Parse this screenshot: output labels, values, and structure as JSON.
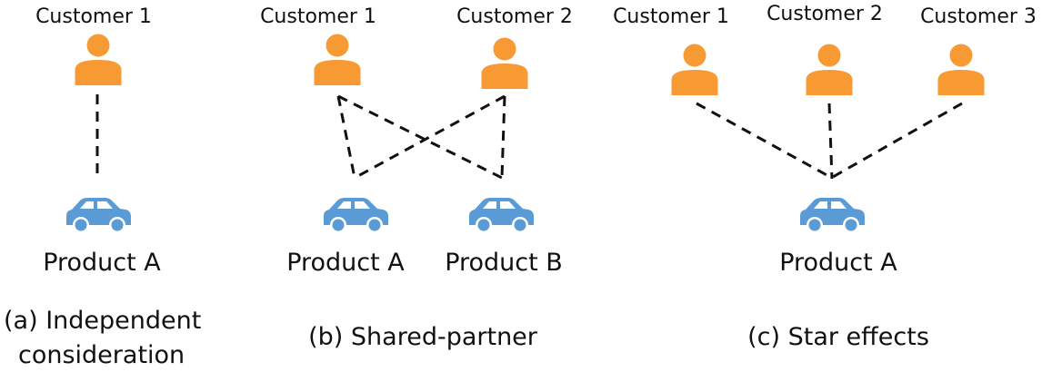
{
  "colors": {
    "customer": "#F79A33",
    "product": "#5B9BD5",
    "edge": "#111111"
  },
  "panels": [
    {
      "id": "a",
      "caption_lines": [
        "(a) Independent",
        "consideration"
      ],
      "customers": [
        {
          "label": "Customer 1",
          "icon": "person-icon"
        }
      ],
      "products": [
        {
          "label": "Product A",
          "icon": "car-icon"
        }
      ],
      "edges": [
        {
          "from": "Customer 1",
          "to": "Product A"
        }
      ]
    },
    {
      "id": "b",
      "caption_lines": [
        "(b) Shared-partner"
      ],
      "customers": [
        {
          "label": "Customer 1",
          "icon": "person-icon"
        },
        {
          "label": "Customer 2",
          "icon": "person-icon"
        }
      ],
      "products": [
        {
          "label": "Product A",
          "icon": "car-icon"
        },
        {
          "label": "Product B",
          "icon": "car-icon"
        }
      ],
      "edges": [
        {
          "from": "Customer 1",
          "to": "Product A"
        },
        {
          "from": "Customer 1",
          "to": "Product B"
        },
        {
          "from": "Customer 2",
          "to": "Product A"
        },
        {
          "from": "Customer 2",
          "to": "Product B"
        }
      ]
    },
    {
      "id": "c",
      "caption_lines": [
        "(c) Star effects"
      ],
      "customers": [
        {
          "label": "Customer 1",
          "icon": "person-icon"
        },
        {
          "label": "Customer 2",
          "icon": "person-icon"
        },
        {
          "label": "Customer 3",
          "icon": "person-icon"
        }
      ],
      "products": [
        {
          "label": "Product A",
          "icon": "car-icon"
        }
      ],
      "edges": [
        {
          "from": "Customer 1",
          "to": "Product A"
        },
        {
          "from": "Customer 2",
          "to": "Product A"
        },
        {
          "from": "Customer 3",
          "to": "Product A"
        }
      ]
    }
  ]
}
